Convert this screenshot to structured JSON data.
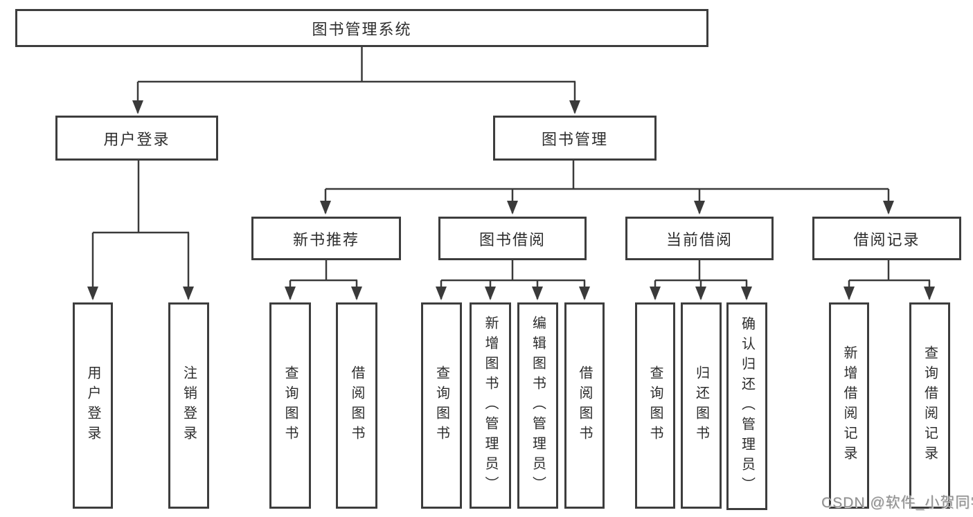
{
  "nodes": {
    "root": {
      "label": "图书管理系统"
    },
    "level2": [
      {
        "label": "用户登录"
      },
      {
        "label": "图书管理"
      }
    ],
    "level3": [
      {
        "label": "新书推荐"
      },
      {
        "label": "图书借阅"
      },
      {
        "label": "当前借阅"
      },
      {
        "label": "借阅记录"
      }
    ],
    "leaves": [
      {
        "label": "用户登录"
      },
      {
        "label": "注销登录"
      },
      {
        "label": "查询图书"
      },
      {
        "label": "借阅图书"
      },
      {
        "label": "查询图书"
      },
      {
        "label": "新增图书（管理员）"
      },
      {
        "label": "编辑图书（管理员）"
      },
      {
        "label": "借阅图书"
      },
      {
        "label": "查询图书"
      },
      {
        "label": "归还图书"
      },
      {
        "label": "确认归还（管理员）"
      },
      {
        "label": "新增借阅记录"
      },
      {
        "label": "查询借阅记录"
      }
    ]
  },
  "watermark": {
    "text": "CSDN @软件_小贺同学"
  },
  "colors": {
    "line": "#3a3a3a",
    "box_border": "#3d3d3d",
    "text": "#2d2d2d",
    "watermark": "#8f8f8f"
  }
}
